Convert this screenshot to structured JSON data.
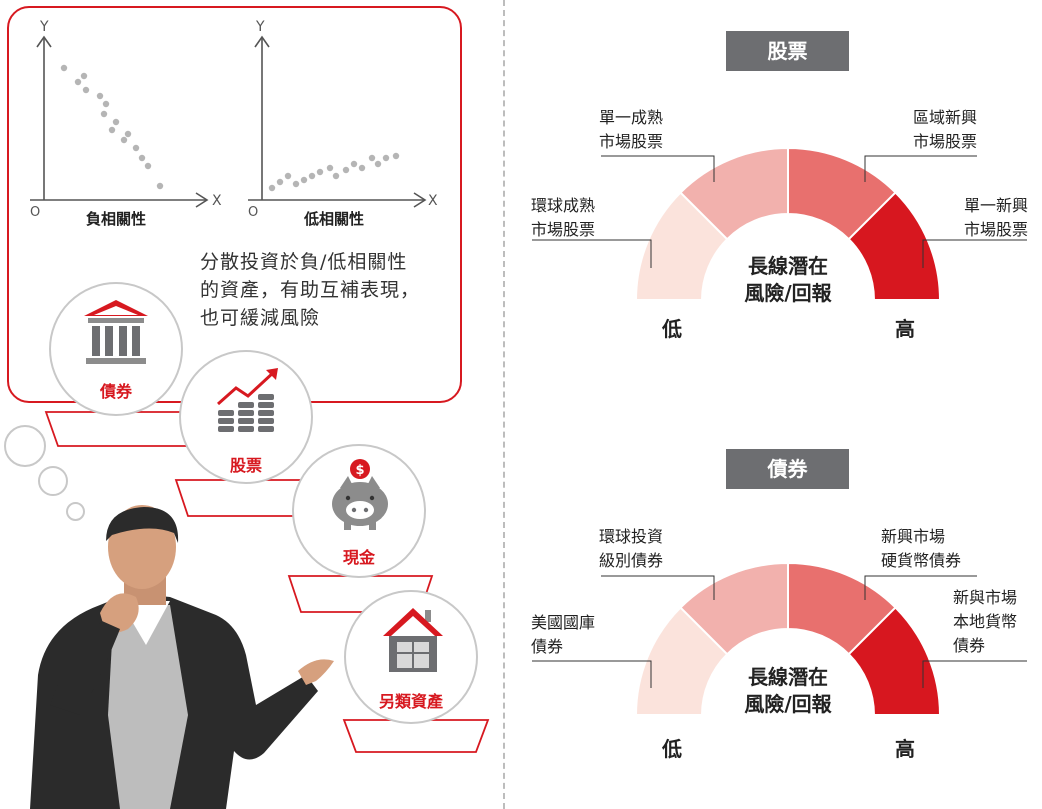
{
  "negative_chart": {
    "y_axis": "Y",
    "x_axis": "X",
    "origin": "O",
    "caption": "負相關性"
  },
  "low_chart": {
    "y_axis": "Y",
    "x_axis": "X",
    "origin": "O",
    "caption": "低相關性"
  },
  "diversification_note": [
    "分散投資於負/低相關性",
    "的資產，有助互補表現，",
    "也可緩減風險"
  ],
  "assets": {
    "bonds": {
      "label": "債券",
      "icon": "bank-icon"
    },
    "equities": {
      "label": "股票",
      "icon": "rising-coins-icon"
    },
    "cash": {
      "label": "現金",
      "icon": "piggy-bank-icon"
    },
    "alternatives": {
      "label": "另類資產",
      "icon": "house-icon"
    }
  },
  "gauges": [
    {
      "badge": "股票",
      "center": [
        "長線潛在",
        "風險/回報"
      ],
      "low": "低",
      "high": "高",
      "segments": [
        {
          "label": [
            "環球成熟",
            "市場股票"
          ],
          "color": "#fbe3dc"
        },
        {
          "label": [
            "單一成熟",
            "市場股票"
          ],
          "color": "#f2b1ad"
        },
        {
          "label": [
            "區域新興",
            "市場股票"
          ],
          "color": "#e8706e"
        },
        {
          "label": [
            "單一新興",
            "市場股票"
          ],
          "color": "#d7171f"
        }
      ]
    },
    {
      "badge": "債券",
      "center": [
        "長線潛在",
        "風險/回報"
      ],
      "low": "低",
      "high": "高",
      "segments": [
        {
          "label": [
            "美國國庫",
            "債券"
          ],
          "color": "#fbe3dc"
        },
        {
          "label": [
            "環球投資",
            "級別債券"
          ],
          "color": "#f2b1ad"
        },
        {
          "label": [
            "新興市場",
            "硬貨幣債券"
          ],
          "color": "#e8706e"
        },
        {
          "label": [
            "新與市場",
            "本地貨幣",
            "債券"
          ],
          "color": "#d7171f"
        }
      ]
    }
  ],
  "colors": {
    "accent": "#d71920",
    "badge": "#6d6e71",
    "dots": "#b5b5b5"
  }
}
